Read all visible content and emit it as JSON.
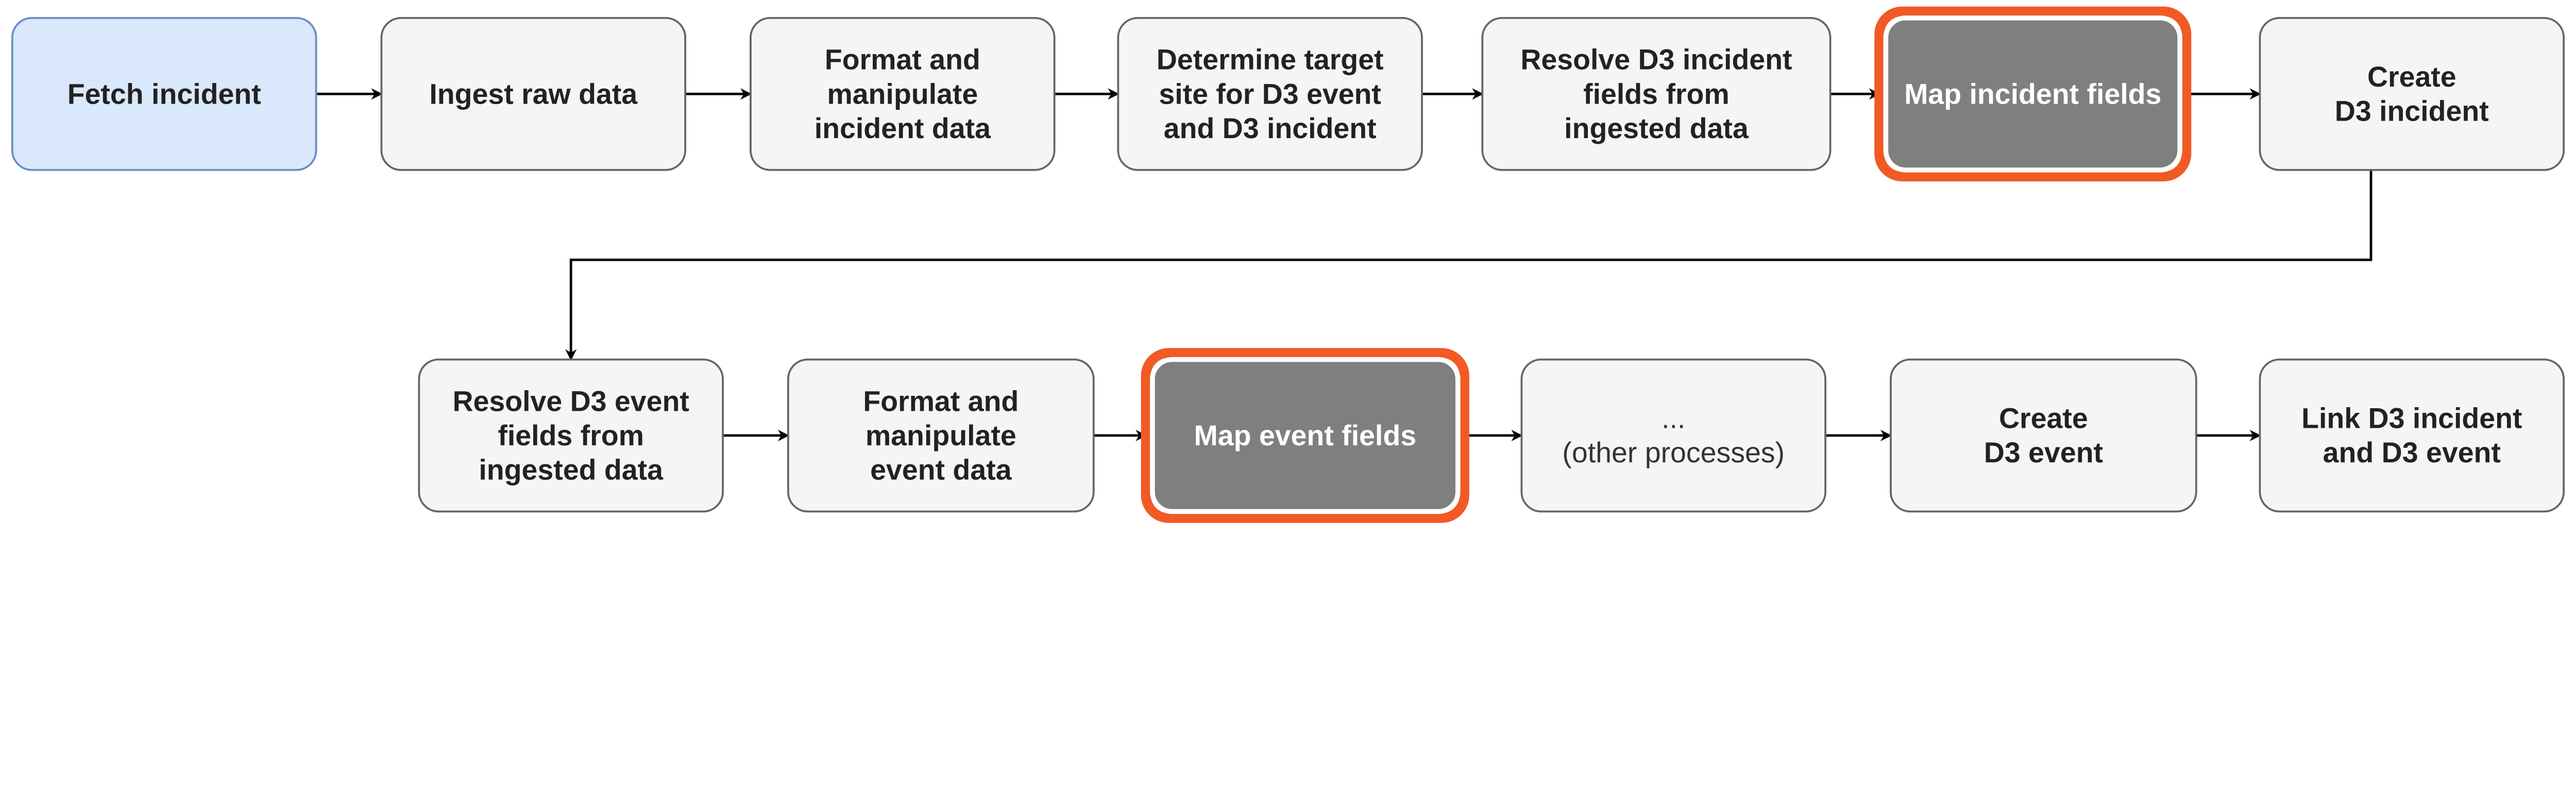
{
  "colors": {
    "default_fill": "#f5f5f5",
    "default_stroke": "#666666",
    "start_fill": "#dae8fc",
    "start_stroke": "#6c8ebf",
    "highlight_fill": "#7f7f7f",
    "highlight_outline": "#f15a24",
    "arrow": "#000000"
  },
  "nodes": [
    {
      "id": "fetch-incident",
      "lines": [
        "Fetch incident"
      ],
      "style": "start",
      "bold": true
    },
    {
      "id": "ingest-raw-data",
      "lines": [
        "Ingest raw data"
      ],
      "style": "default",
      "bold": true
    },
    {
      "id": "format-incident-data",
      "lines": [
        "Format and",
        "manipulate",
        "incident data"
      ],
      "style": "default",
      "bold": true
    },
    {
      "id": "determine-target-site",
      "lines": [
        "Determine target",
        "site for D3 event",
        "and D3 incident"
      ],
      "style": "default",
      "bold": true
    },
    {
      "id": "resolve-incident-fields",
      "lines": [
        "Resolve D3 incident",
        "fields from",
        "ingested data"
      ],
      "style": "default",
      "bold": true
    },
    {
      "id": "map-incident-fields",
      "lines": [
        "Map incident fields"
      ],
      "style": "highlight",
      "bold": true
    },
    {
      "id": "create-d3-incident",
      "lines": [
        "Create",
        "D3 incident"
      ],
      "style": "default",
      "bold": true
    },
    {
      "id": "resolve-event-fields",
      "lines": [
        "Resolve D3 event",
        "fields from",
        "ingested data"
      ],
      "style": "default",
      "bold": true
    },
    {
      "id": "format-event-data",
      "lines": [
        "Format and",
        "manipulate",
        "event data"
      ],
      "style": "default",
      "bold": true
    },
    {
      "id": "map-event-fields",
      "lines": [
        "Map event fields"
      ],
      "style": "highlight",
      "bold": true
    },
    {
      "id": "other-processes",
      "lines": [
        "...",
        "(other processes)"
      ],
      "style": "default",
      "bold": false
    },
    {
      "id": "create-d3-event",
      "lines": [
        "Create",
        "D3 event"
      ],
      "style": "default",
      "bold": true
    },
    {
      "id": "link-incident-event",
      "lines": [
        "Link D3 incident",
        "and D3 event"
      ],
      "style": "default",
      "bold": true
    }
  ]
}
